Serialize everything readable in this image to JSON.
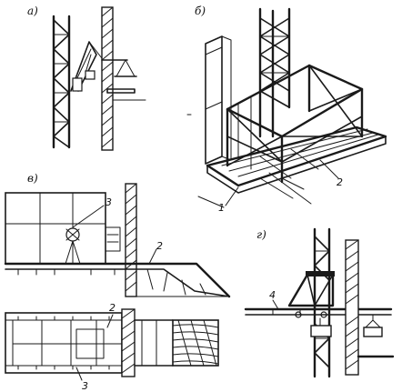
{
  "figure": {
    "panel_labels": {
      "a": "а)",
      "b": "б)",
      "v": "в)",
      "g": "г)"
    },
    "callouts": {
      "b_1": "1",
      "b_2": "2",
      "v_3_top": "3",
      "v_2_top": "2",
      "v_2_bottom": "2",
      "v_3_bottom": "3",
      "g_4": "4"
    }
  }
}
